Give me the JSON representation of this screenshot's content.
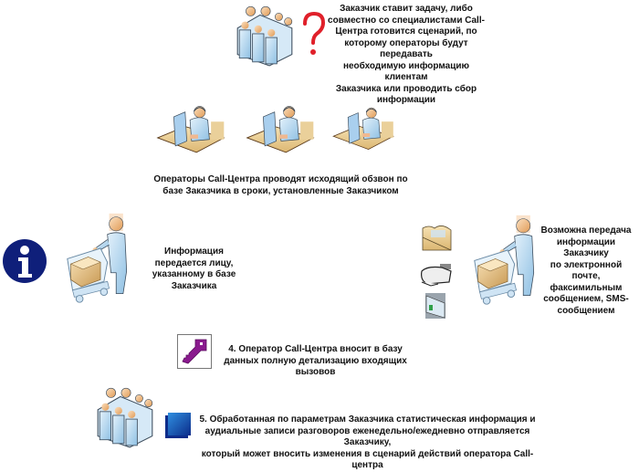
{
  "steps": {
    "step1": {
      "text_lines": [
        "Заказчик ставит задачу, либо",
        "совместно со специалистами Call-",
        "Центра готовится сценарий, по",
        "которому операторы будут передавать",
        "необходимую информацию клиентам",
        "Заказчика или проводить сбор",
        "информации"
      ],
      "icons": [
        "meeting-people-icon",
        "question-mark-icon"
      ]
    },
    "step2": {
      "text_lines": [
        "Операторы Call-Центра проводят исходящий обзвон по",
        "базе Заказчика в сроки, установленные Заказчиком"
      ],
      "icons": [
        "operator-desk-icon",
        "operator-desk-icon",
        "operator-desk-icon"
      ]
    },
    "step3_left": {
      "text_lines": [
        "Информация",
        "передается лицу,",
        "указанному в базе",
        "Заказчика"
      ],
      "icons": [
        "info-icon",
        "person-with-cart-icon"
      ]
    },
    "step3_right": {
      "text_lines": [
        "Возможна передача",
        "информации Заказчику",
        "по электронной почте,",
        "факсимильным",
        "сообщением, SMS-",
        "сообщением"
      ],
      "icons": [
        "email-envelope-icon",
        "fax-icon",
        "sms-device-icon",
        "person-with-cart-icon"
      ]
    },
    "step4": {
      "text_lines": [
        "4. Оператор Call-Центра вносит в базу",
        "данных полную детализацию входящих",
        "вызовов"
      ],
      "icons": [
        "key-icon"
      ]
    },
    "step5": {
      "text_lines": [
        "5. Обработанная по параметрам Заказчика статистическая информация и",
        "аудиальные записи разговоров еженедельно/ежедневно отправляется Заказчику,",
        "который может вносить изменения в сценарий действий оператора Call-центра"
      ],
      "icons": [
        "meeting-people-icon",
        "blue-square-icon"
      ]
    }
  },
  "colors": {
    "question_mark": "#e0202a",
    "info_circle": "#0f1f7a",
    "key": "#8a1a8e",
    "blue_square": "#1a4fb0",
    "desk": "#e9c98a",
    "person_body": "#b9d9ef",
    "person_head": "#f3c28d"
  }
}
